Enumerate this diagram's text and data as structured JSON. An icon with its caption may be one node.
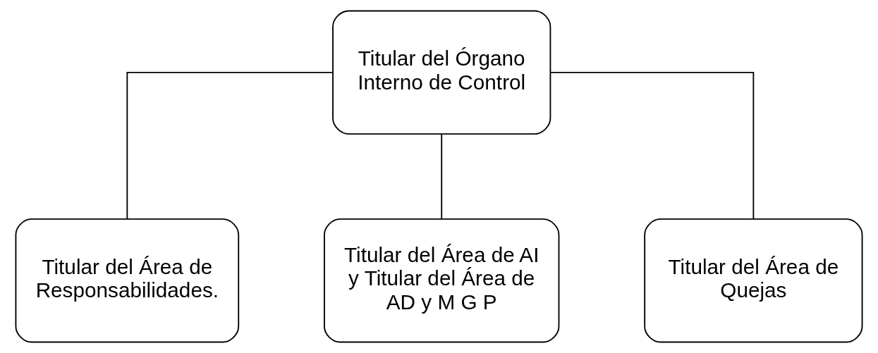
{
  "diagram": {
    "nodes": [
      {
        "text": [
          "Titular del Órgano Interno de Control"
        ]
      },
      {
        "text": [
          "Titular del Área de Responsabilidades."
        ]
      },
      {
        "text": [
          "Titular del Área de AI y Titular del Área de AD y M G P"
        ]
      },
      {
        "text": [
          "Titular del Área de Quejas"
        ]
      }
    ],
    "edges": [
      {
        "from": 0,
        "to": 1,
        "arrow": "none"
      },
      {
        "from": 0,
        "to": 2,
        "arrow": "none"
      },
      {
        "from": 0,
        "to": 3,
        "arrow": "none"
      }
    ]
  }
}
